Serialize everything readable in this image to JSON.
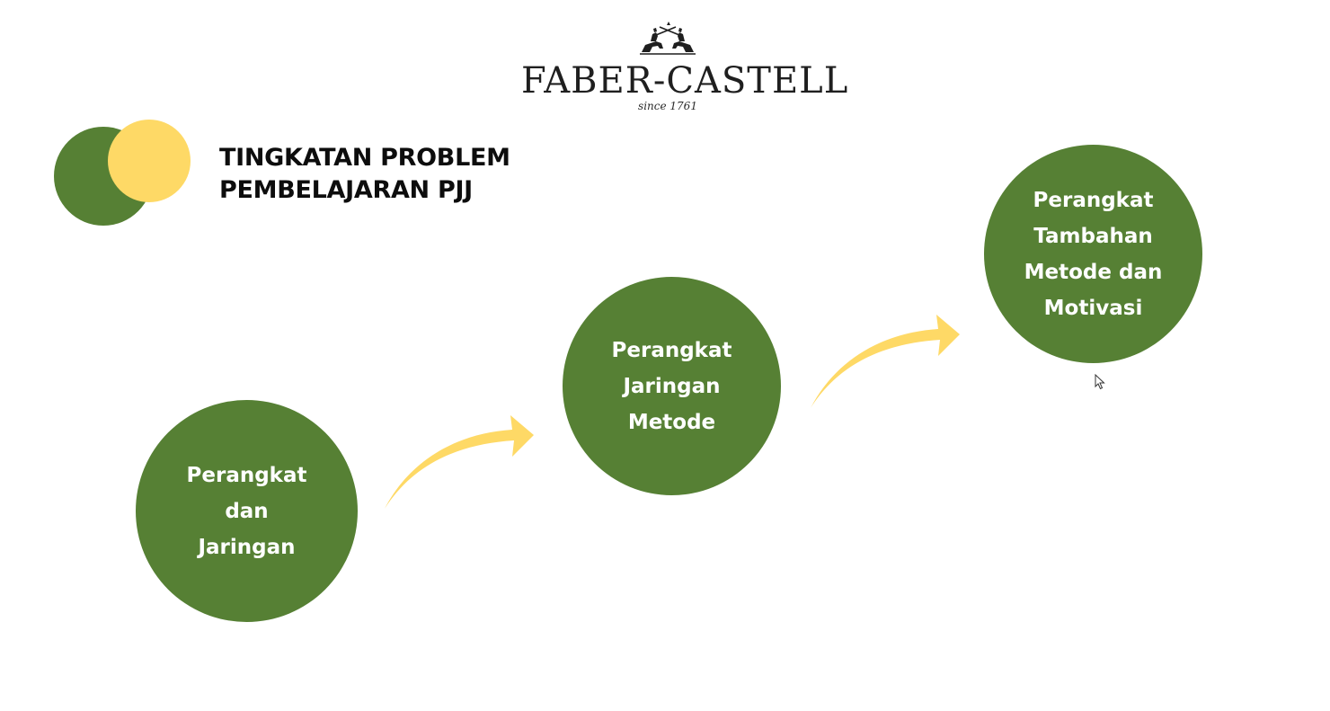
{
  "brand": {
    "name": "FABER-CASTELL",
    "since": "since 1761"
  },
  "title": {
    "line1": "TINGKATAN PROBLEM",
    "line2": "PEMBELAJARAN PJJ"
  },
  "steps": [
    {
      "lines": [
        "Perangkat",
        "dan",
        "Jaringan"
      ]
    },
    {
      "lines": [
        "Perangkat",
        "Jaringan",
        "Metode"
      ]
    },
    {
      "lines": [
        "Perangkat",
        "Tambahan",
        "Metode dan",
        "Motivasi"
      ]
    }
  ],
  "colors": {
    "circle_green": "#568034",
    "accent_yellow": "#fed966",
    "text_dark": "#0d0d0d",
    "circle_text": "#ffffff"
  },
  "icons": {
    "emblem": "knights-jousting-icon",
    "connector": "curved-arrow-icon",
    "pointer": "mouse-cursor-icon"
  }
}
